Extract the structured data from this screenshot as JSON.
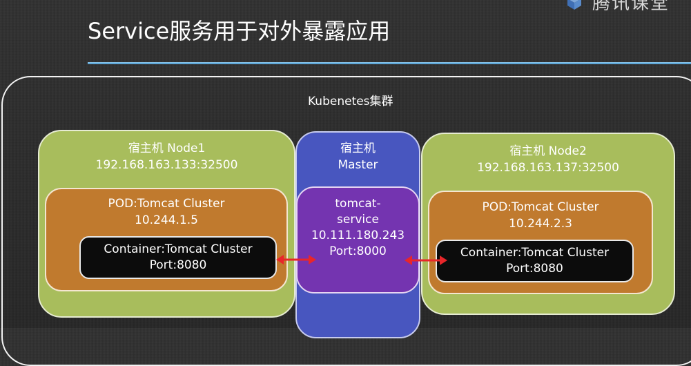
{
  "header": {
    "title": "Service服务用于对外暴露应用",
    "logo_text": "腾讯课堂",
    "logo_icon": "cube-logo-icon"
  },
  "cluster": {
    "label": "Kubenetes集群"
  },
  "node1": {
    "title": "宿主机 Node1",
    "address": "192.168.163.133:32500",
    "pod": {
      "name": "POD:Tomcat Cluster",
      "ip": "10.244.1.5"
    },
    "container": {
      "name": "Container:Tomcat Cluster",
      "port": "Port:8080"
    }
  },
  "master": {
    "title_line1": "宿主机",
    "title_line2": "Master",
    "service": {
      "name_line1": "tomcat-",
      "name_line2": "service",
      "ip": "10.111.180.243",
      "port": "Port:8000"
    }
  },
  "node2": {
    "title": "宿主机 Node2",
    "address": "192.168.163.137:32500",
    "pod": {
      "name": "POD:Tomcat Cluster",
      "ip": "10.244.2.3"
    },
    "container": {
      "name": "Container:Tomcat Cluster",
      "port": "Port:8080"
    }
  },
  "colors": {
    "node": "#a8bd5c",
    "master": "#4856bf",
    "pod": "#c07a2e",
    "service": "#7434b0",
    "container": "#0c0c0c",
    "arrow": "#e8262a",
    "rule": "#5fa8d8"
  }
}
